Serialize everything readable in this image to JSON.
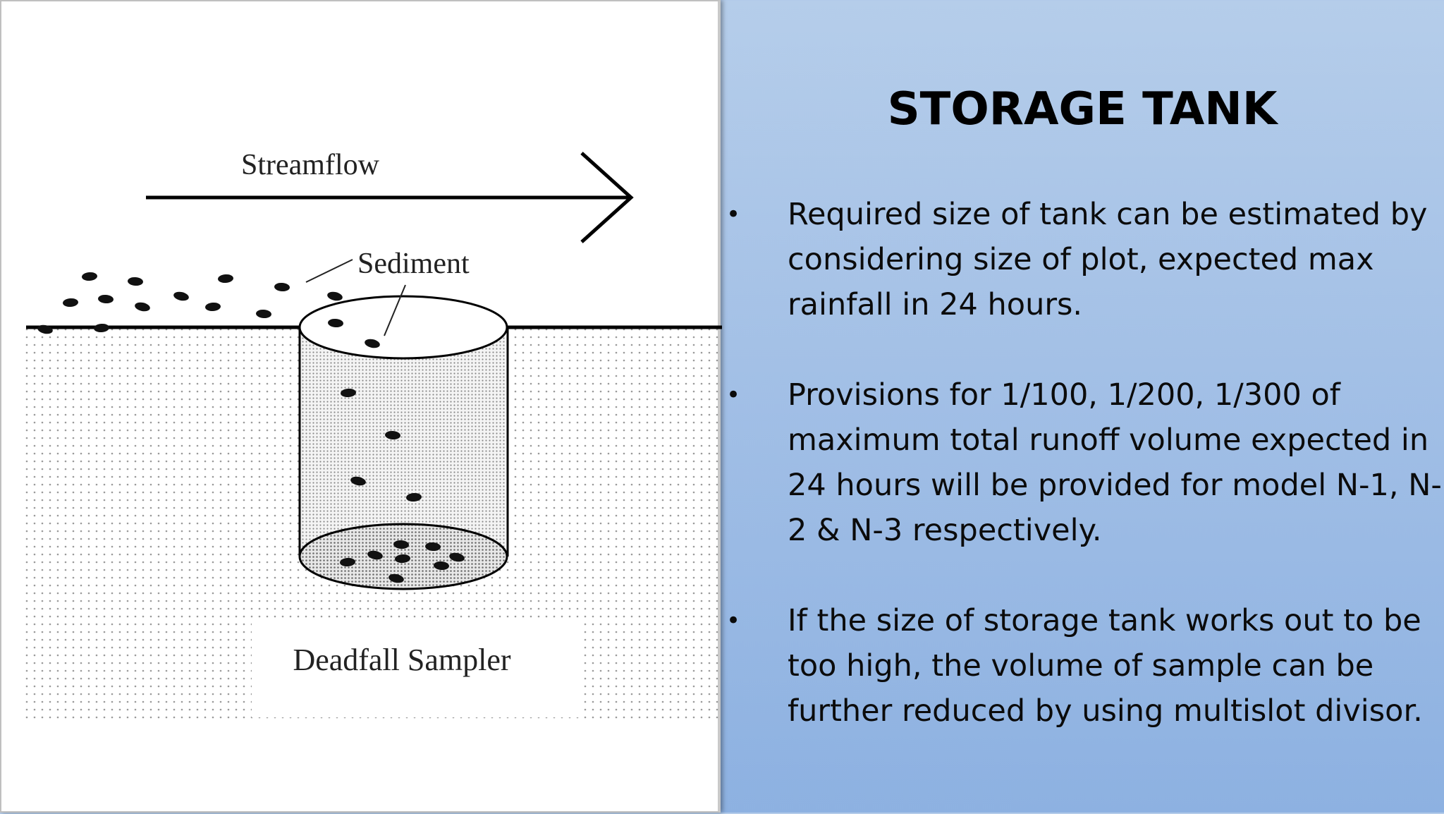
{
  "slide": {
    "title": "STORAGE TANK",
    "bullets": [
      {
        "marker": "•",
        "text": "Required size of tank can be estimated by considering size of plot, expected max rainfall in 24 hours."
      },
      {
        "marker": "•",
        "text": "Provisions for 1/100, 1/200, 1/300 of maximum total runoff volume expected in 24 hours will be provided for model N-1, N-2 & N-3 respectively."
      },
      {
        "marker": "•",
        "text": "If the size of storage tank works out to be too high, the volume of sample can be further reduced by using multislot divisor."
      }
    ]
  },
  "diagram": {
    "streamflow_label": "Streamflow",
    "sediment_label": "Sediment",
    "sampler_label": "Deadfall Sampler"
  }
}
